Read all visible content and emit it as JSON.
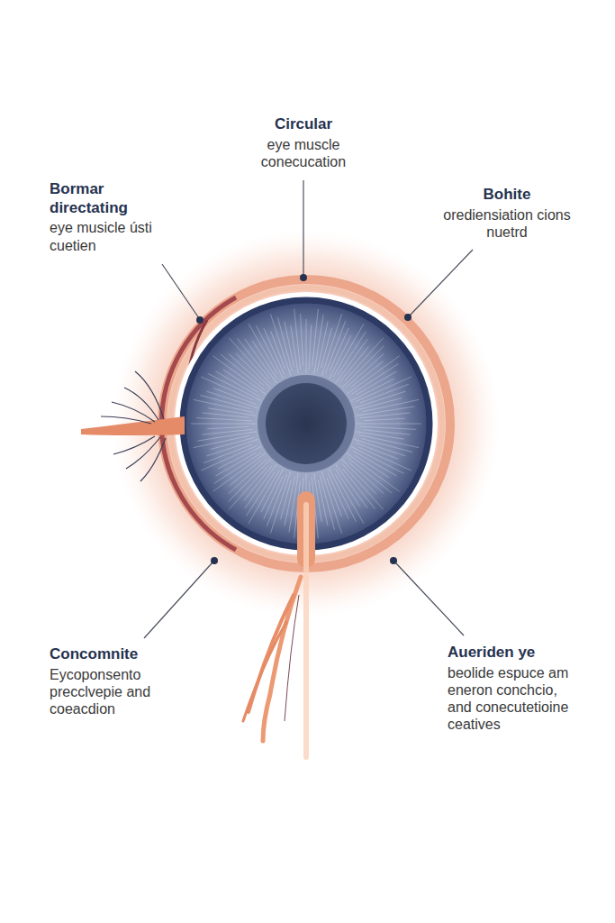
{
  "diagram": {
    "labels": [
      "Circular",
      "eye muscle conecucation",
      "Bormar directating",
      "eye musicle ústi cuetien",
      "Bohite",
      "orediensiation cions nuetrd",
      "Concomnite",
      "Eycoponsento precclvepie and coeacdion",
      "Aueriden ye",
      "beolide espuce am eneron conchcio, and conecutetioine ceatives"
    ]
  }
}
